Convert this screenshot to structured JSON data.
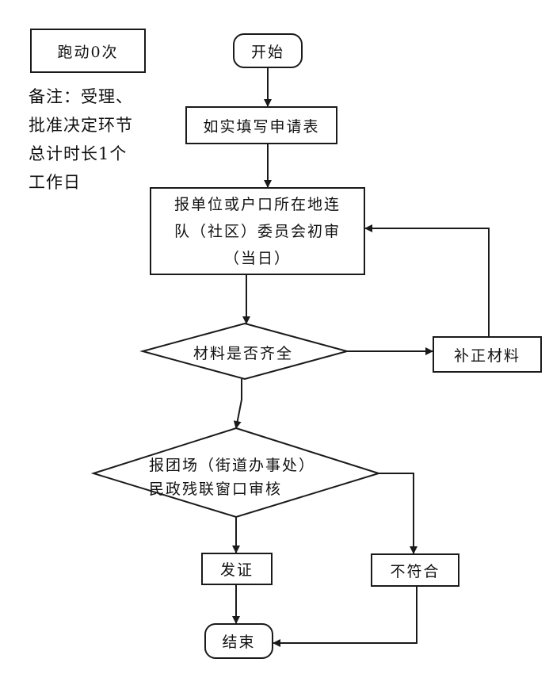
{
  "run_count_label": "跑动0次",
  "note": {
    "line1": "备注：受理、",
    "line2": "批准决定环节",
    "line3": "总计时长1个",
    "line4": "工作日"
  },
  "nodes": {
    "start": "开始",
    "fill_form": "如实填写申请表",
    "initial_review": {
      "line1": "报单位或户口所在地连",
      "line2": "队（社区）委员会初审",
      "line3": "（当日）"
    },
    "materials_complete": "材料是否齐全",
    "supplement_materials": "补正材料",
    "window_review": {
      "line1": "报团场（街道办事处）",
      "line2": "民政残联窗口审核"
    },
    "issue_certificate": "发证",
    "not_eligible": "不符合",
    "end": "结束"
  },
  "colors": {
    "stroke": "#1a1a1a",
    "background": "#ffffff"
  }
}
